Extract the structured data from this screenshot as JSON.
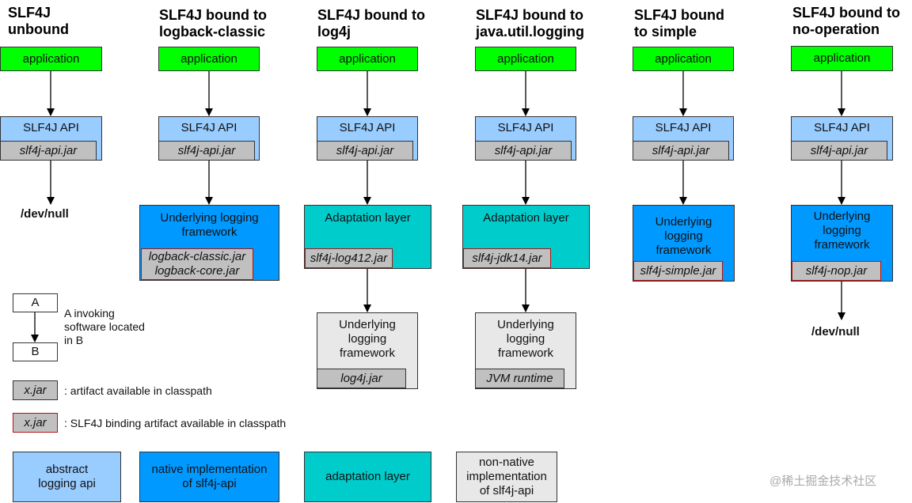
{
  "columns": [
    {
      "title": "SLF4J\nunbound",
      "application": "application",
      "api": "SLF4J API",
      "api_jar": "slf4j-api.jar",
      "bottom": "/dev/null"
    },
    {
      "title": "SLF4J bound to\nlogback-classic",
      "application": "application",
      "api": "SLF4J API",
      "api_jar": "slf4j-api.jar",
      "framework": "Underlying logging\nframework",
      "framework_jar": "logback-classic.jar\nlogback-core.jar"
    },
    {
      "title": "SLF4J bound to\nlog4j",
      "application": "application",
      "api": "SLF4J API",
      "api_jar": "slf4j-api.jar",
      "adaptation": "Adaptation layer",
      "adaptation_jar": "slf4j-log412.jar",
      "framework": "Underlying\nlogging\nframework",
      "framework_jar": "log4j.jar"
    },
    {
      "title": "SLF4J bound to\njava.util.logging",
      "application": "application",
      "api": "SLF4J API",
      "api_jar": "slf4j-api.jar",
      "adaptation": "Adaptation layer",
      "adaptation_jar": "slf4j-jdk14.jar",
      "framework": "Underlying\nlogging\nframework",
      "framework_jar": "JVM runtime"
    },
    {
      "title": "SLF4J bound\nto simple",
      "application": "application",
      "api": "SLF4J API",
      "api_jar": "slf4j-api.jar",
      "framework": "Underlying\nlogging\nframework",
      "framework_jar": "slf4j-simple.jar"
    },
    {
      "title": "SLF4J bound to\nno-operation",
      "application": "application",
      "api": "SLF4J API",
      "api_jar": "slf4j-api.jar",
      "framework": "Underlying\nlogging\nframework",
      "framework_jar": "slf4j-nop.jar",
      "bottom": "/dev/null"
    }
  ],
  "legend": {
    "box_a": "A",
    "box_b": "B",
    "invoking_text": "A invoking\nsoftware located\nin B",
    "jar_sample": "x.jar",
    "jar_text": ": artifact available in classpath",
    "binding_sample": "x.jar",
    "binding_text": ": SLF4J binding artifact available in classpath",
    "swatches": [
      {
        "label": "abstract\nlogging api",
        "color": "#99ccff"
      },
      {
        "label": "native implementation\nof slf4j-api",
        "color": "#0099ff"
      },
      {
        "label": "adaptation layer",
        "color": "#00cccc"
      },
      {
        "label": "non-native\nimplementation\nof slf4j-api",
        "color": "#e8e8e8"
      }
    ]
  },
  "colors": {
    "application": "#00ff00",
    "api": "#99ccff",
    "native": "#0099ff",
    "adaptation": "#00cccc",
    "non_native": "#e8e8e8",
    "jar": "#c0c0c0",
    "binding_border": "#b01515"
  },
  "watermark": "@稀土掘金技术社区"
}
